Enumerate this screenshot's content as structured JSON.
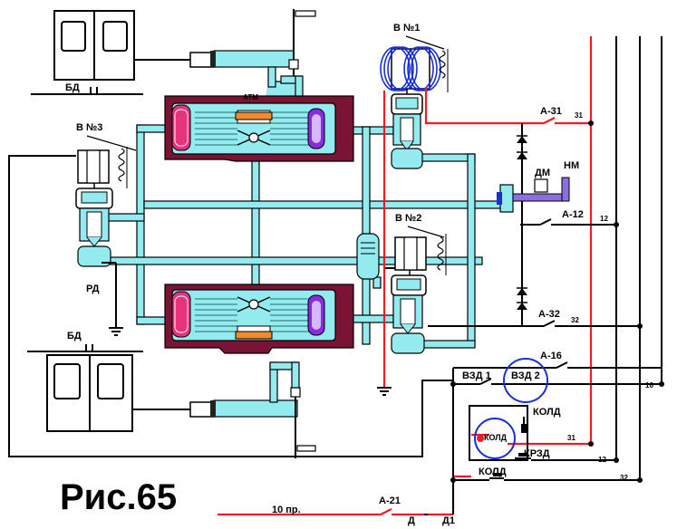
{
  "figure": {
    "caption": "Рис.65"
  },
  "colors": {
    "pipe": "#93eaef",
    "housing": "#7a1434",
    "wire_red": "#ee1c24",
    "coil_blue": "#1a2fd6",
    "pad_orange": "#f28a2e",
    "diaphragm_pink": "#e8327c",
    "diaphragm_violet": "#8a2be2"
  },
  "labels": {
    "bd_top": "БД",
    "bd_bottom": "БД",
    "atm": "АТМ",
    "v3": "В №3",
    "v1": "В №1",
    "v2": "В №2",
    "rd": "РД",
    "dm": "ДМ",
    "nm": "НМ",
    "a31": "А-31",
    "a12": "А-12",
    "a32": "А-32",
    "a16": "А-16",
    "a21": "А-21",
    "vzd1": "ВЗД 1",
    "vzd2": "ВЗД 2",
    "kold_top": "КОЛД",
    "kold_coil": "КОЛД",
    "krzd": "КРЗД",
    "kold_bottom": "КОЛД",
    "n31a": "31",
    "n12a": "12",
    "n32a": "32",
    "n16": "16",
    "n31b": "31",
    "n12b": "12",
    "n32b": "32",
    "pr10": "10 пр.",
    "d": "Д",
    "d1": "Д1"
  }
}
